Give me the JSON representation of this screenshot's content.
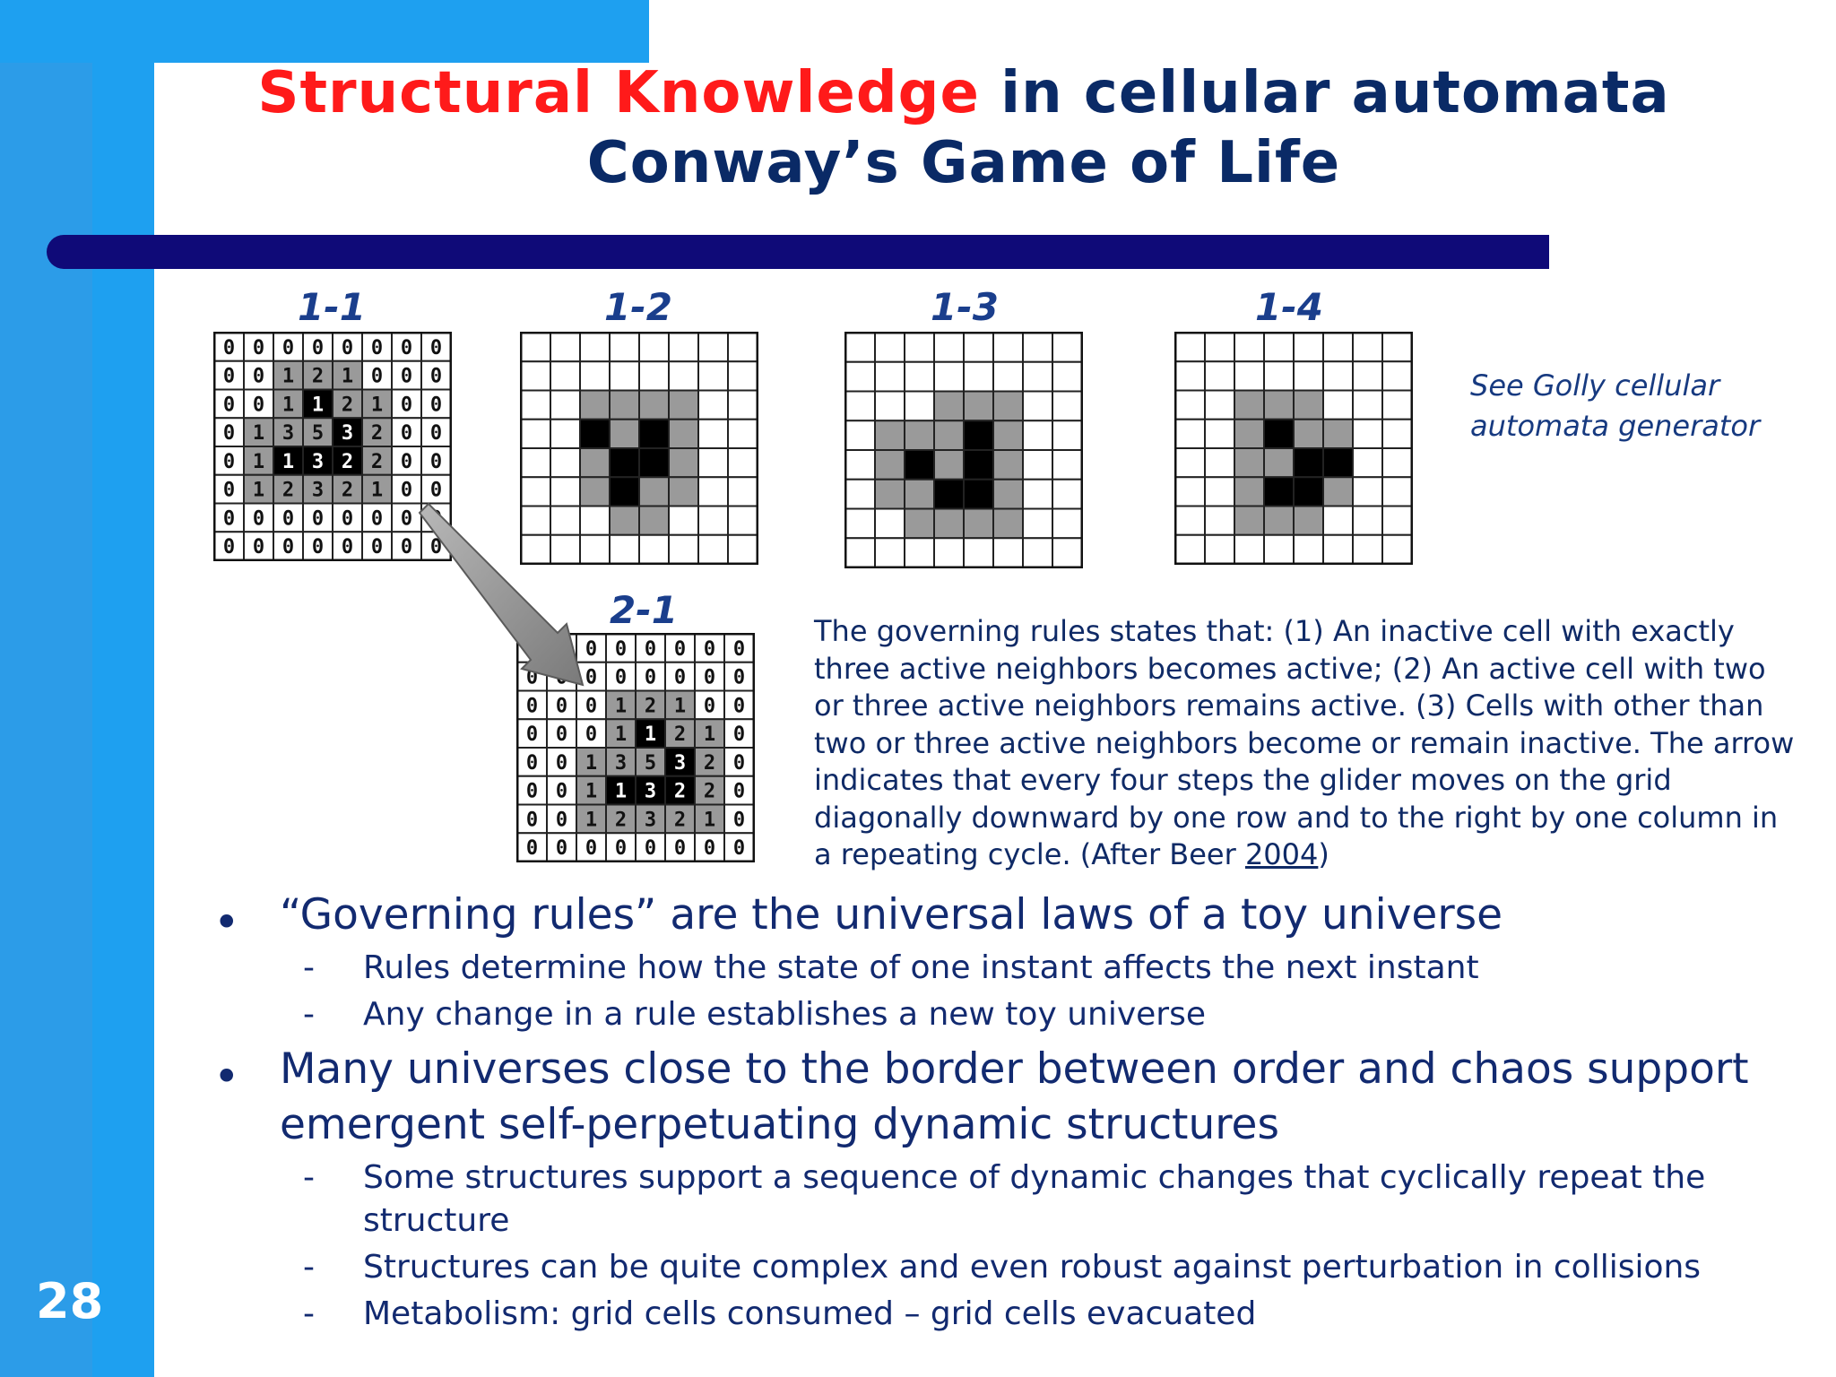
{
  "slide": {
    "title_red": "Structural Knowledge",
    "title_rest": " in cellular automata",
    "subtitle": "Conway’s Game of Life",
    "page_number": "28",
    "colors": {
      "band": "#1ea0f0",
      "title_bar": "#0f0a78",
      "title_red": "#ff1a1a",
      "title_navy": "#0a2a66",
      "cell_gray": "#9a9a9a"
    }
  },
  "grids": [
    {
      "label": "1-1",
      "type": "numbered",
      "values": [
        [
          0,
          0,
          0,
          0,
          0,
          0,
          0,
          0
        ],
        [
          0,
          0,
          1,
          2,
          1,
          0,
          0,
          0
        ],
        [
          0,
          0,
          1,
          1,
          2,
          1,
          0,
          0
        ],
        [
          0,
          1,
          3,
          5,
          3,
          2,
          0,
          0
        ],
        [
          0,
          1,
          1,
          3,
          2,
          2,
          0,
          0
        ],
        [
          0,
          1,
          2,
          3,
          2,
          1,
          0,
          0
        ],
        [
          0,
          0,
          0,
          0,
          0,
          0,
          0,
          0
        ],
        [
          0,
          0,
          0,
          0,
          0,
          0,
          0,
          0
        ]
      ],
      "states": [
        [
          0,
          0,
          0,
          0,
          0,
          0,
          0,
          0
        ],
        [
          0,
          0,
          1,
          1,
          1,
          0,
          0,
          0
        ],
        [
          0,
          0,
          1,
          2,
          1,
          1,
          0,
          0
        ],
        [
          0,
          1,
          1,
          1,
          2,
          1,
          0,
          0
        ],
        [
          0,
          1,
          2,
          2,
          2,
          1,
          0,
          0
        ],
        [
          0,
          1,
          1,
          1,
          1,
          1,
          0,
          0
        ],
        [
          0,
          0,
          0,
          0,
          0,
          0,
          0,
          0
        ],
        [
          0,
          0,
          0,
          0,
          0,
          0,
          0,
          0
        ]
      ]
    },
    {
      "label": "1-2",
      "type": "states",
      "states": [
        [
          0,
          0,
          0,
          0,
          0,
          0,
          0,
          0
        ],
        [
          0,
          0,
          0,
          0,
          0,
          0,
          0,
          0
        ],
        [
          0,
          0,
          1,
          1,
          1,
          1,
          0,
          0
        ],
        [
          0,
          0,
          2,
          1,
          2,
          1,
          0,
          0
        ],
        [
          0,
          0,
          1,
          2,
          2,
          1,
          0,
          0
        ],
        [
          0,
          0,
          1,
          2,
          1,
          1,
          0,
          0
        ],
        [
          0,
          0,
          0,
          1,
          1,
          0,
          0,
          0
        ],
        [
          0,
          0,
          0,
          0,
          0,
          0,
          0,
          0
        ]
      ]
    },
    {
      "label": "1-3",
      "type": "states",
      "states": [
        [
          0,
          0,
          0,
          0,
          0,
          0,
          0,
          0
        ],
        [
          0,
          0,
          0,
          0,
          0,
          0,
          0,
          0
        ],
        [
          0,
          0,
          0,
          1,
          1,
          1,
          0,
          0
        ],
        [
          0,
          1,
          1,
          1,
          2,
          1,
          0,
          0
        ],
        [
          0,
          1,
          2,
          1,
          2,
          1,
          0,
          0
        ],
        [
          0,
          1,
          1,
          2,
          2,
          1,
          0,
          0
        ],
        [
          0,
          0,
          1,
          1,
          1,
          1,
          0,
          0
        ],
        [
          0,
          0,
          0,
          0,
          0,
          0,
          0,
          0
        ]
      ]
    },
    {
      "label": "1-4",
      "type": "states",
      "states": [
        [
          0,
          0,
          0,
          0,
          0,
          0,
          0,
          0
        ],
        [
          0,
          0,
          0,
          0,
          0,
          0,
          0,
          0
        ],
        [
          0,
          0,
          1,
          1,
          1,
          0,
          0,
          0
        ],
        [
          0,
          0,
          1,
          2,
          1,
          1,
          0,
          0
        ],
        [
          0,
          0,
          1,
          1,
          2,
          2,
          0,
          0
        ],
        [
          0,
          0,
          1,
          2,
          2,
          1,
          0,
          0
        ],
        [
          0,
          0,
          1,
          1,
          1,
          0,
          0,
          0
        ],
        [
          0,
          0,
          0,
          0,
          0,
          0,
          0,
          0
        ]
      ]
    },
    {
      "label": "2-1",
      "type": "numbered",
      "values": [
        [
          0,
          0,
          0,
          0,
          0,
          0,
          0,
          0
        ],
        [
          0,
          0,
          0,
          0,
          0,
          0,
          0,
          0
        ],
        [
          0,
          0,
          0,
          1,
          2,
          1,
          0,
          0
        ],
        [
          0,
          0,
          0,
          1,
          1,
          2,
          1,
          0
        ],
        [
          0,
          0,
          1,
          3,
          5,
          3,
          2,
          0
        ],
        [
          0,
          0,
          1,
          1,
          3,
          2,
          2,
          0
        ],
        [
          0,
          0,
          1,
          2,
          3,
          2,
          1,
          0
        ],
        [
          0,
          0,
          0,
          0,
          0,
          0,
          0,
          0
        ]
      ],
      "states": [
        [
          0,
          0,
          0,
          0,
          0,
          0,
          0,
          0
        ],
        [
          0,
          0,
          0,
          0,
          0,
          0,
          0,
          0
        ],
        [
          0,
          0,
          0,
          1,
          1,
          1,
          0,
          0
        ],
        [
          0,
          0,
          0,
          1,
          2,
          1,
          1,
          0
        ],
        [
          0,
          0,
          1,
          1,
          1,
          2,
          1,
          0
        ],
        [
          0,
          0,
          1,
          2,
          2,
          2,
          1,
          0
        ],
        [
          0,
          0,
          1,
          1,
          1,
          1,
          1,
          0
        ],
        [
          0,
          0,
          0,
          0,
          0,
          0,
          0,
          0
        ]
      ]
    }
  ],
  "golly_note": "See Golly cellular automata generator",
  "caption": {
    "text": "The governing rules states that: (1) An inactive cell with exactly three active neighbors becomes active; (2) An active cell with two or three active neighbors remains active. (3) Cells with other than two or three active neighbors become or remain inactive. The arrow indicates that every four steps the glider moves on the grid diagonally downward by one row and to the right by one column in a repeating cycle. (After Beer ",
    "link": "2004",
    "tail": ")"
  },
  "bullets": [
    {
      "dot": "•",
      "text": "“Governing rules” are the universal laws of a toy universe",
      "subs": [
        "Rules determine how the state of one instant affects the next instant",
        "Any change in a rule establishes a new toy universe"
      ]
    },
    {
      "dot": "•",
      "text": "Many universes close to the border between order and chaos support emergent self-perpetuating dynamic structures",
      "subs": [
        "Some structures support a sequence of dynamic changes that cyclically repeat the structure",
        "Structures can be quite complex and even robust against perturbation in collisions",
        "Metabolism: grid cells consumed – grid cells evacuated"
      ]
    }
  ],
  "sub_dash": "-"
}
